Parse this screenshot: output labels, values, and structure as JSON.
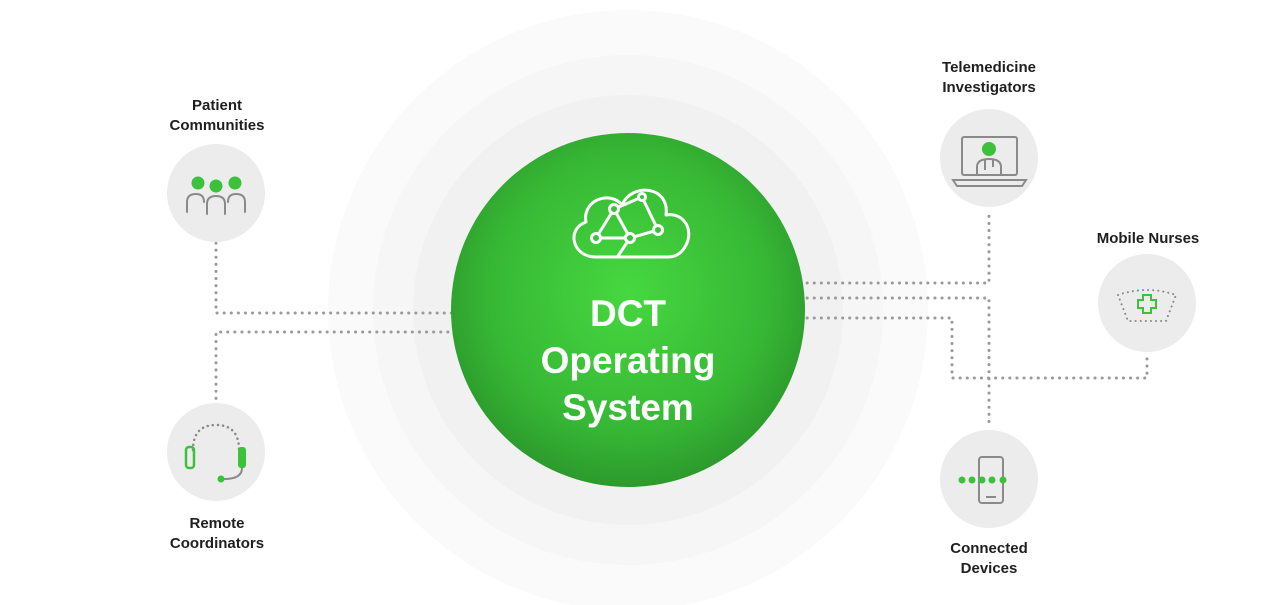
{
  "center": {
    "line1": "DCT",
    "line2": "Operating",
    "line3": "System",
    "icon": "cloud-network-icon"
  },
  "nodes": {
    "patient_communities": {
      "line1": "Patient",
      "line2": "Communities",
      "icon": "people-group-icon"
    },
    "remote_coordinators": {
      "line1": "Remote",
      "line2": "Coordinators",
      "icon": "headset-icon"
    },
    "telemedicine_investigators": {
      "line1": "Telemedicine",
      "line2": "Investigators",
      "icon": "laptop-doctor-icon"
    },
    "mobile_nurses": {
      "line1": "Mobile Nurses",
      "icon": "nurse-cap-icon"
    },
    "connected_devices": {
      "line1": "Connected",
      "line2": "Devices",
      "icon": "smartphone-icon"
    }
  },
  "colors": {
    "accent_green": "#3cc13a",
    "center_green_light": "#45d23f",
    "center_green_dark": "#2c9a2c",
    "node_circle": "#ececec",
    "connector": "#9a9a9a",
    "icon_gray": "#8a8a8a",
    "halo": "#f4f4f4"
  }
}
